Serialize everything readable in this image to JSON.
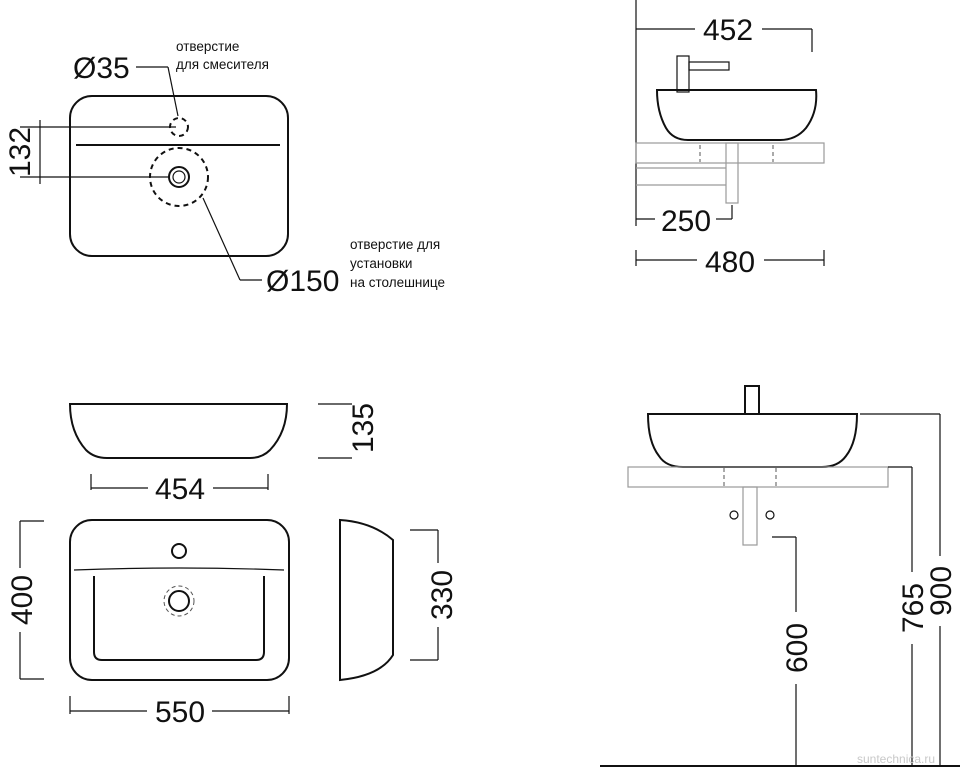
{
  "top_view": {
    "hole_small_label": "Ø35",
    "hole_small_note_line1": "отверстие",
    "hole_small_note_line2": "для смесителя",
    "depth_label": "132",
    "hole_large_label": "Ø150",
    "hole_large_note_line1": "отверстие для",
    "hole_large_note_line2": "установки",
    "hole_large_note_line3": "на столешнице"
  },
  "side_view_top": {
    "width_top_label": "452",
    "offset_label": "250",
    "width_bottom_label": "480"
  },
  "front_view": {
    "height_label": "135",
    "width_label": "454"
  },
  "plan_view": {
    "depth_label": "400",
    "width_label": "550"
  },
  "profile_view": {
    "depth_label": "330"
  },
  "elevation_view": {
    "height_600_label": "600",
    "height_765_label": "765",
    "height_900_label": "900"
  },
  "watermark": "suntechnica.ru"
}
